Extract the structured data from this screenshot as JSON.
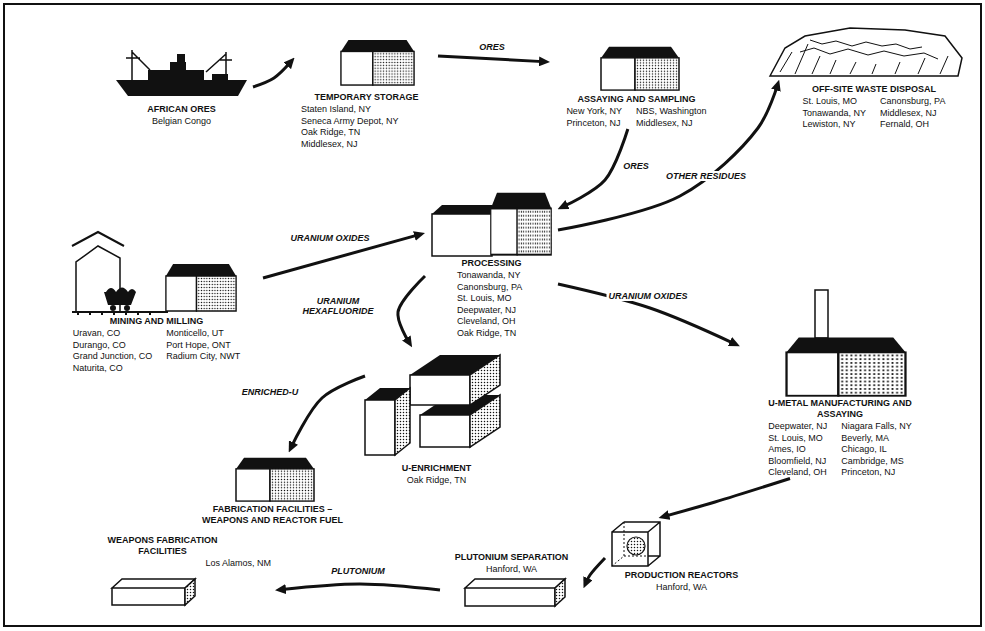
{
  "diagram": {
    "nodes": [
      {
        "text": [
          "AFRICAN ORES",
          "Belgian Congo"
        ]
      },
      {
        "text": [
          "TEMPORARY STORAGE",
          "Staten Island, NY",
          "Seneca Army Depot, NY",
          "Oak Ridge, TN",
          "Middlesex, NJ"
        ]
      },
      {
        "text": [
          "ASSAYING AND SAMPLING",
          "New York, NY",
          "Princeton, NJ",
          "NBS, Washington",
          "Middlesex, NJ"
        ]
      },
      {
        "text": [
          "OFF-SITE WASTE DISPOSAL",
          "St. Louis, MO",
          "Tonawanda, NY",
          "Lewiston, NY",
          "Canonsburg, PA",
          "Middlesex, NJ",
          "Fernald, OH"
        ]
      },
      {
        "text": [
          "PROCESSING",
          "Tonawanda, NY",
          "Canonsburg, PA",
          "St. Louis, MO",
          "Deepwater, NJ",
          "Cleveland, OH",
          "Oak Ridge, TN"
        ]
      },
      {
        "text": [
          "MINING AND MILLING",
          "Uravan, CO",
          "Durango, CO",
          "Grand Junction, CO",
          "Naturita, CO",
          "Monticello, UT",
          "Port Hope, ONT",
          "Radium City, NWT"
        ]
      },
      {
        "text": [
          "U-ENRICHMENT",
          "Oak Ridge, TN"
        ]
      },
      {
        "text": [
          "U-METAL MANUFACTURING AND ASSAYING",
          "Deepwater, NJ",
          "St. Louis, MO",
          "Ames, IO",
          "Bloomfield, NJ",
          "Cleveland, OH",
          "Niagara Falls, NY",
          "Beverly, MA",
          "Chicago, IL",
          "Cambridge, MS",
          "Princeton, NJ"
        ]
      },
      {
        "text": [
          "FABRICATION FACILITIES – WEAPONS AND REACTOR FUEL"
        ]
      },
      {
        "text": [
          "WEAPONS FABRICATION FACILITIES",
          "Los Alamos, NM"
        ]
      },
      {
        "text": [
          "PLUTONIUM SEPARATION",
          "Hanford, WA"
        ]
      },
      {
        "text": [
          "PRODUCTION REACTORS",
          "Hanford, WA"
        ]
      }
    ],
    "edges": [
      {
        "from": 0,
        "to": 1,
        "arrow": "to"
      },
      {
        "from": 1,
        "to": 2,
        "label": "ORES",
        "arrow": "to"
      },
      {
        "from": 2,
        "to": 4,
        "label": "ORES",
        "arrow": "to"
      },
      {
        "from": 4,
        "to": 3,
        "label": "OTHER RESIDUES",
        "arrow": "to"
      },
      {
        "from": 5,
        "to": 4,
        "label": "URANIUM OXIDES",
        "arrow": "to"
      },
      {
        "from": 4,
        "to": 6,
        "label": "URANIUM HEXAFLUORIDE",
        "arrow": "to"
      },
      {
        "from": 4,
        "to": 7,
        "label": "URANIUM OXIDES",
        "arrow": "to"
      },
      {
        "from": 6,
        "to": 8,
        "label": "ENRICHED-U",
        "arrow": "to"
      },
      {
        "from": 7,
        "to": 11,
        "arrow": "to"
      },
      {
        "from": 11,
        "to": 10,
        "arrow": "to"
      },
      {
        "from": 10,
        "to": 9,
        "label": "PLUTONIUM",
        "arrow": "to"
      }
    ]
  }
}
